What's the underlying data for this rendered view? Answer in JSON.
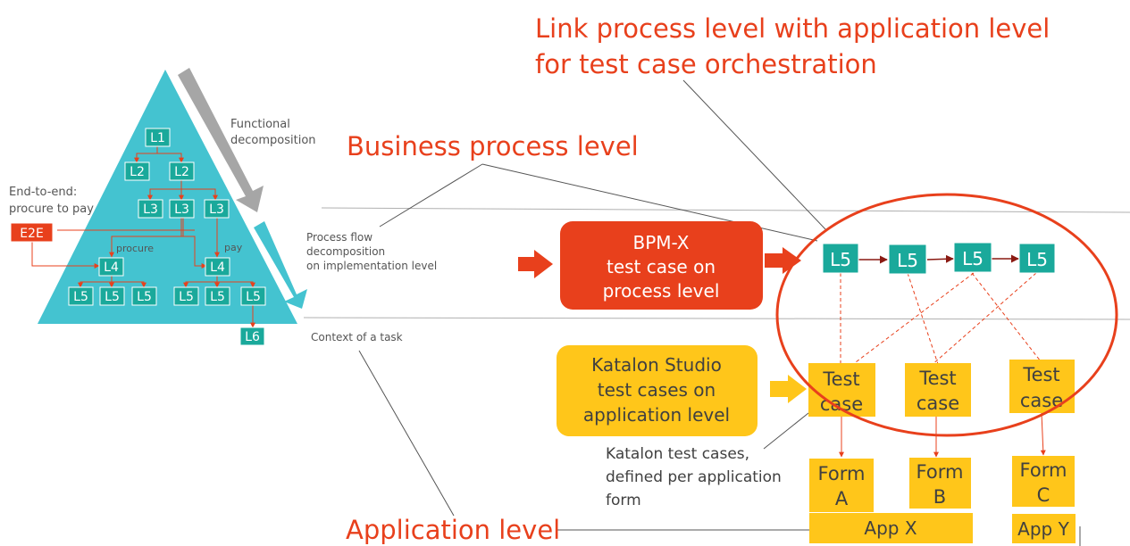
{
  "colors": {
    "accent": "#e8401c",
    "teal": "#1aa99b",
    "pyramid": "#44c3d0",
    "yellow": "#ffc61a",
    "gray_arrow": "#a6a6a6"
  },
  "titles": {
    "link_line1": "Link process level with application level",
    "link_line2": "for test case orchestration",
    "business": "Business process level",
    "application": "Application level"
  },
  "pyramid": {
    "functional_line1": "Functional",
    "functional_line2": "decomposition",
    "e2e_line1": "End-to-end:",
    "e2e_line2": "procure to pay",
    "e2e": "E2E",
    "procure": "procure",
    "pay": "pay",
    "l1": "L1",
    "l2": "L2",
    "l3": "L3",
    "l4": "L4",
    "l5": "L5",
    "l6": "L6"
  },
  "middle": {
    "flow_line1": "Process flow",
    "flow_line2": "decomposition",
    "flow_line3": "on implementation level",
    "context": "Context of a task"
  },
  "bpmx": {
    "line1": "BPM-X",
    "line2": "test case on",
    "line3": "process level"
  },
  "katalon": {
    "line1": "Katalon Studio",
    "line2": "test cases on",
    "line3": "application level"
  },
  "note": {
    "line1": "Katalon test cases,",
    "line2": "defined per application",
    "line3": "form"
  },
  "process": {
    "l5": "L5"
  },
  "testcase": {
    "line1": "Test",
    "line2": "case"
  },
  "forms": {
    "form": "Form",
    "a": "A",
    "b": "B",
    "c": "C"
  },
  "apps": {
    "x": "App X",
    "y": "App Y"
  }
}
